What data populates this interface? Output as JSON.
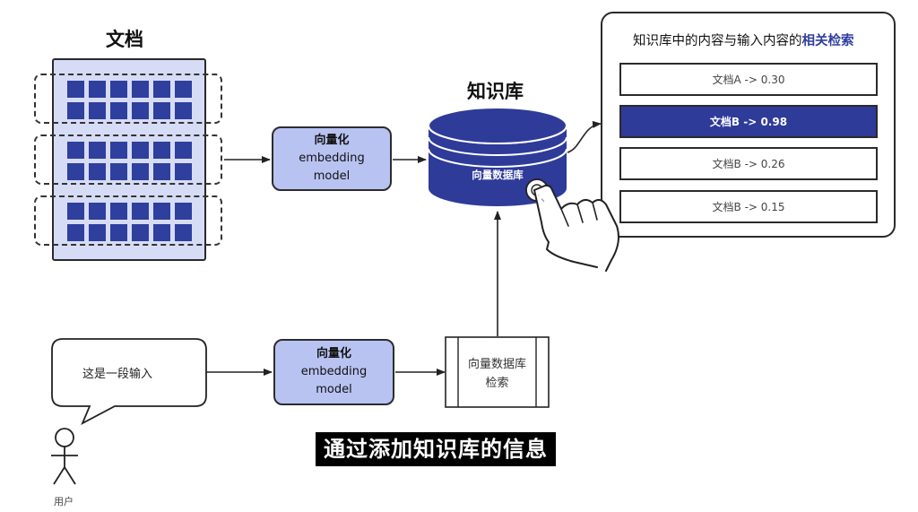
{
  "documents": {
    "title": "文档",
    "chunk_count": 3,
    "grid": {
      "rows": 2,
      "cols": 6
    }
  },
  "embedding_model_top": {
    "line1": "向量化",
    "line2": "embedding",
    "line3": "model"
  },
  "embedding_model_bottom": {
    "line1": "向量化",
    "line2": "embedding",
    "line3": "model"
  },
  "knowledge_base": {
    "title": "知识库",
    "db_label": "向量数据库"
  },
  "results": {
    "heading_prefix": "知识库中的内容与输入内容的",
    "heading_highlight": "相关检索",
    "rows": [
      {
        "text": "文档A -> 0.30",
        "active": false
      },
      {
        "text": "文档B -> 0.98",
        "active": true
      },
      {
        "text": "文档B -> 0.26",
        "active": false
      },
      {
        "text": "文档B -> 0.15",
        "active": false
      }
    ]
  },
  "user_input": {
    "text": "这是一段输入"
  },
  "user": {
    "label": "用户"
  },
  "vector_search": {
    "line1": "向量数据库",
    "line2": "检索"
  },
  "subtitle": "通过添加知识库的信息",
  "colors": {
    "accent": "#2e3b99",
    "model_fill": "#b8c3f2",
    "doc_fill": "#d6dcf5"
  }
}
